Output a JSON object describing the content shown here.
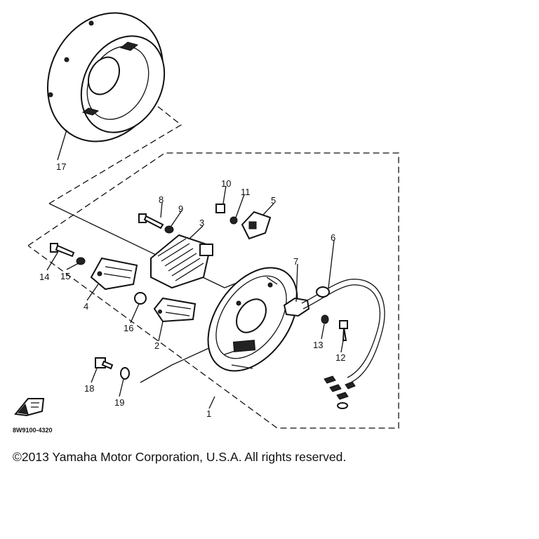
{
  "diagram": {
    "part_code": "8W9100-4320",
    "callouts": [
      "1",
      "2",
      "3",
      "4",
      "5",
      "6",
      "7",
      "8",
      "9",
      "10",
      "11",
      "12",
      "13",
      "14",
      "15",
      "16",
      "17",
      "18",
      "19"
    ]
  },
  "footer": {
    "copyright": "©2013 Yamaha Motor Corporation, U.S.A. All rights reserved."
  }
}
